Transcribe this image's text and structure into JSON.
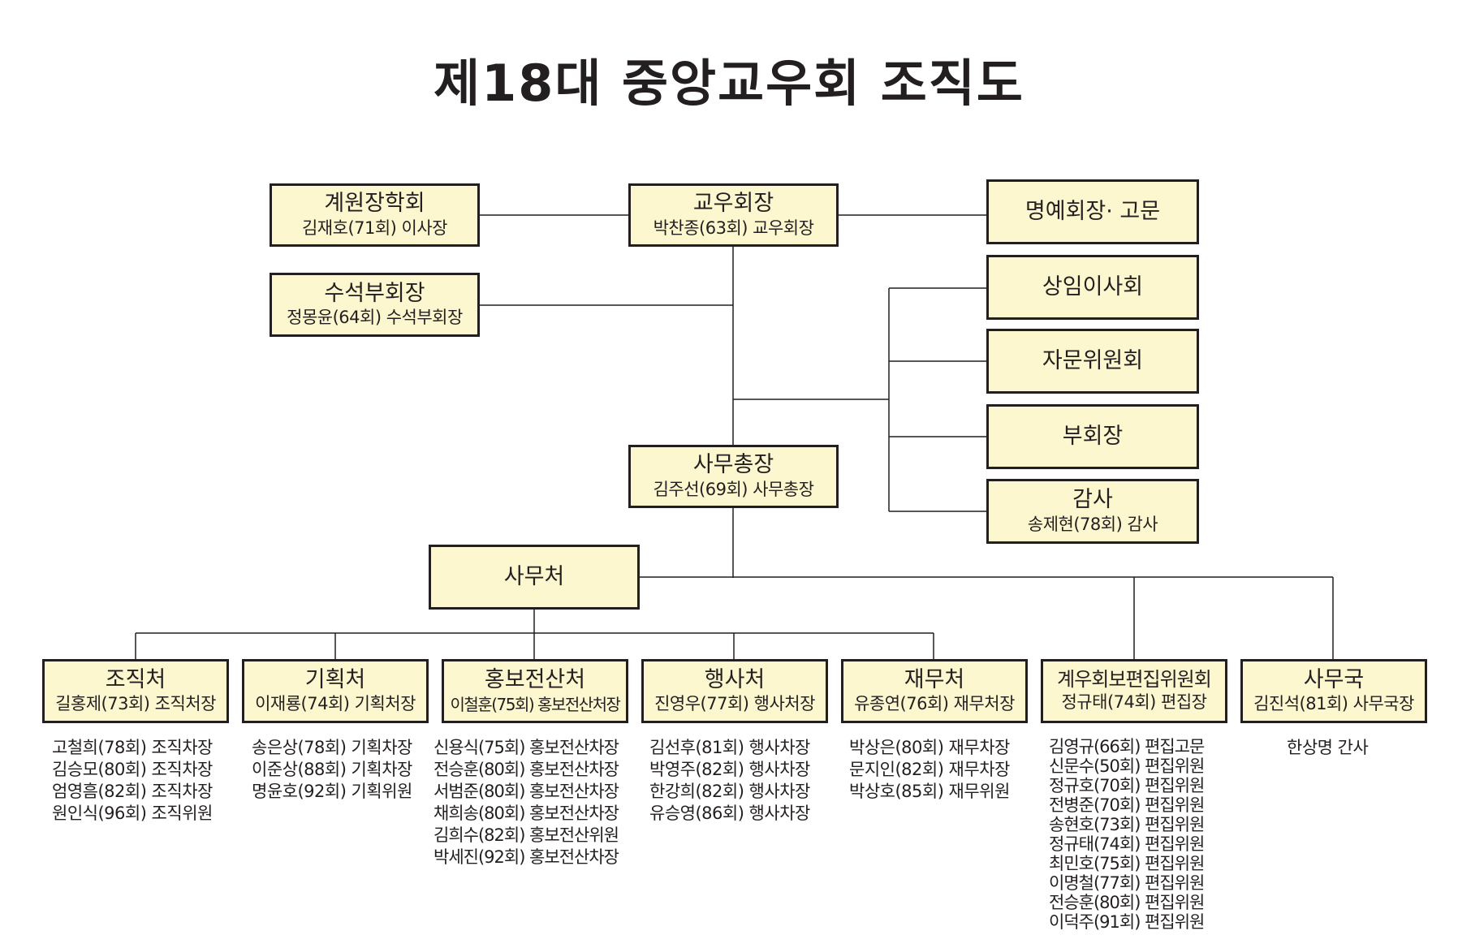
{
  "title": "제18대 중앙교우회 조직도",
  "colors": {
    "box_fill": "#fcf7cf",
    "line": "#231f20"
  },
  "top": {
    "scholarship": {
      "head": "계원장학회",
      "sub": "김재호(71회) 이사장"
    },
    "president": {
      "head": "교우회장",
      "sub": "박찬종(63회) 교우회장"
    },
    "honorary": {
      "head": "명예회장· 고문"
    },
    "senior_vp": {
      "head": "수석부회장",
      "sub": "정몽윤(64회) 수석부회장"
    },
    "standing_board": {
      "head": "상임이사회"
    },
    "advisory": {
      "head": "자문위원회"
    },
    "vice_president": {
      "head": "부회장"
    },
    "audit": {
      "head": "감사",
      "sub": "송제현(78회) 감사"
    },
    "secretary_general": {
      "head": "사무총장",
      "sub": "김주선(69회) 사무총장"
    },
    "office": {
      "head": "사무처"
    }
  },
  "departments": [
    {
      "head": "조직처",
      "sub": "길홍제(73회) 조직처장",
      "members": [
        "고철희(78회) 조직차장",
        "김승모(80회) 조직차장",
        "엄영흠(82회) 조직차장",
        "원인식(96회) 조직위원"
      ]
    },
    {
      "head": "기획처",
      "sub": "이재룡(74회) 기획처장",
      "members": [
        "송은상(78회) 기획차장",
        "이준상(88회) 기획차장",
        "명윤호(92회) 기획위원"
      ]
    },
    {
      "head": "홍보전산처",
      "sub": "이철훈(75회) 홍보전산처장",
      "members": [
        "신용식(75회) 홍보전산차장",
        "전승훈(80회) 홍보전산차장",
        "서범준(80회) 홍보전산차장",
        "채희송(80회) 홍보전산차장",
        "김희수(82회) 홍보전산위원",
        "박세진(92회) 홍보전산차장"
      ]
    },
    {
      "head": "행사처",
      "sub": "진영우(77회) 행사처장",
      "members": [
        "김선후(81회) 행사차장",
        "박영주(82회) 행사차장",
        "한강희(82회) 행사차장",
        "유승영(86회) 행사차장"
      ]
    },
    {
      "head": "재무처",
      "sub": "유종연(76회) 재무처장",
      "members": [
        "박상은(80회) 재무차장",
        "문지인(82회) 재무차장",
        "박상호(85회) 재무위원"
      ]
    },
    {
      "head": "계우회보편집위원회",
      "sub": "정규태(74회) 편집장",
      "members": [
        "김영규(66회) 편집고문",
        "신문수(50회) 편집위원",
        "정규호(70회) 편집위원",
        "전병준(70회) 편집위원",
        "송현호(73회) 편집위원",
        "정규태(74회) 편집위원",
        "최민호(75회) 편집위원",
        "이명철(77회) 편집위원",
        "전승훈(80회) 편집위원",
        "이덕주(91회) 편집위원"
      ]
    },
    {
      "head": "사무국",
      "sub": "김진석(81회) 사무국장",
      "members": [
        "한상명 간사"
      ]
    }
  ]
}
